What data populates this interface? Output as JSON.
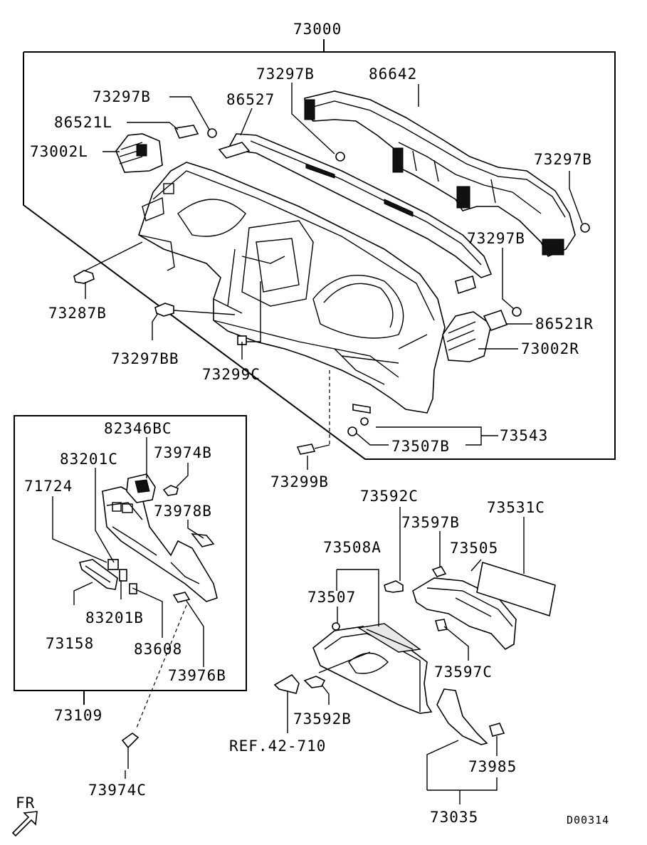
{
  "labels": {
    "l73000": "73000",
    "l73297B_a": "73297B",
    "l86642": "86642",
    "l73297B_b": "73297B",
    "l86527": "86527",
    "l86521L": "86521L",
    "l73002L": "73002L",
    "l73297B_c": "73297B",
    "l73297B_d": "73297B",
    "l73287B": "73287B",
    "l86521R": "86521R",
    "l73002R": "73002R",
    "l73297BB": "73297BB",
    "l73299C": "73299C",
    "l73543": "73543",
    "l73507B": "73507B",
    "l73299B": "73299B",
    "l82346BC": "82346BC",
    "l83201C": "83201C",
    "l73974B": "73974B",
    "l71724": "71724",
    "l73978B": "73978B",
    "l83201B": "83201B",
    "l73158": "73158",
    "l83608": "83608",
    "l73976B": "73976B",
    "l73109": "73109",
    "l73974C": "73974C",
    "l73592C": "73592C",
    "l73531C": "73531C",
    "l73597B": "73597B",
    "l73508A": "73508A",
    "l73505": "73505",
    "l73507": "73507",
    "l73597C": "73597C",
    "l73592B": "73592B",
    "lREF": "REF.42-710",
    "l73985": "73985",
    "l73035": "73035",
    "lFR": "FR",
    "lCode": "D00314"
  }
}
